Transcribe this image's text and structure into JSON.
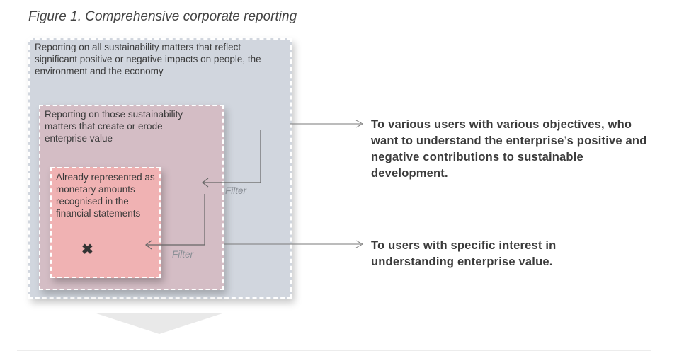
{
  "figure": {
    "title": "Figure 1. Comprehensive corporate reporting"
  },
  "boxes": {
    "outer": {
      "text": "Reporting on all sustainability matters that reflect significant positive or negative impacts on people, the environment and the economy",
      "color": "#d1d6de"
    },
    "middle": {
      "text": "Reporting on those sustainability matters that create or erode enterprise value",
      "color": "#d4bdc5"
    },
    "inner": {
      "text": "Already represented as monetary amounts recognised in the financial statements",
      "color": "#f0b2b3",
      "marker": "✖"
    }
  },
  "filters": {
    "first": "Filter",
    "second": "Filter"
  },
  "audiences": {
    "broad": "To various users with various objectives, who want to understand the enterprise’s positive and negative contributions to sustainable development.",
    "enterprise": "To users with specific interest in understanding enterprise value."
  },
  "icons": {
    "cross": "cross-icon",
    "funnel": "funnel-arrow-icon"
  }
}
